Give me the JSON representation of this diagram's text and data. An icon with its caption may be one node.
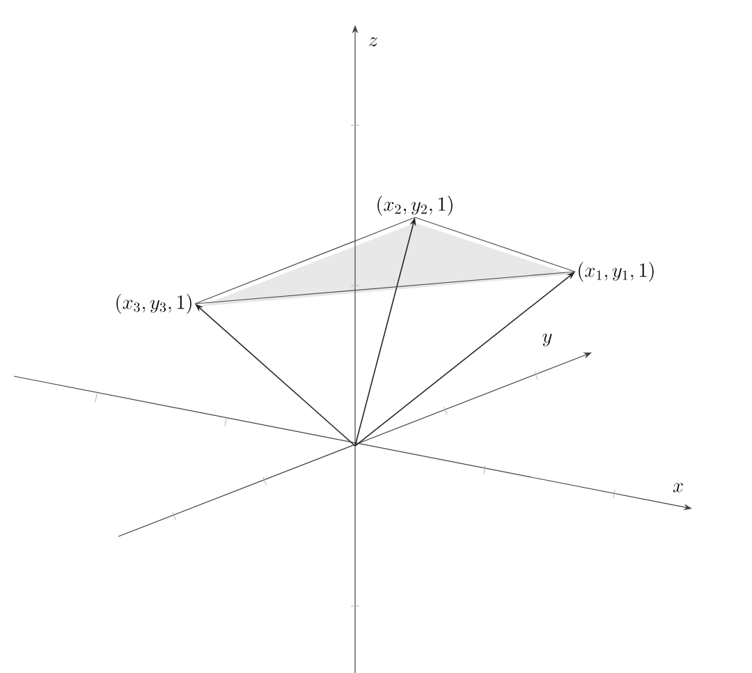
{
  "diagram": {
    "nodes": [
      {
        "text": [
          "(x_1, y_1, 1)"
        ]
      },
      {
        "text": [
          "(x_2, y_2, 1)"
        ]
      },
      {
        "text": [
          "(x_3, y_3, 1)"
        ]
      }
    ],
    "edges": [
      {
        "from": null,
        "to": 0,
        "arrow": "to"
      },
      {
        "from": null,
        "to": 1,
        "arrow": "to"
      },
      {
        "from": null,
        "to": 2,
        "arrow": "to"
      },
      {
        "from": 2,
        "to": 1,
        "arrow": "none"
      },
      {
        "from": 1,
        "to": 0,
        "arrow": "none"
      },
      {
        "from": 0,
        "to": 2,
        "arrow": "none"
      }
    ],
    "labels": [
      "z",
      "y",
      "x"
    ]
  }
}
